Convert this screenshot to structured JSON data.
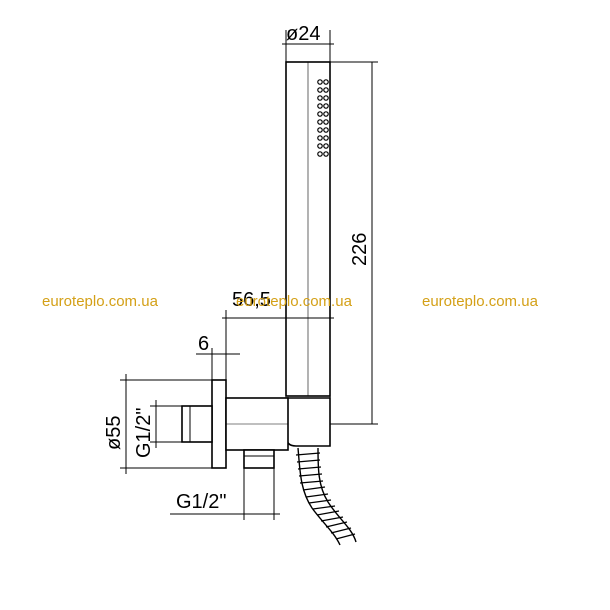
{
  "diagram": {
    "dimensions": {
      "head_diameter": "ø24",
      "handle_length": "226",
      "projection": "56,5",
      "flange_thickness": "6",
      "flange_diameter": "ø55",
      "inlet_thread": "G1/2\"",
      "outlet_thread": "G1/2\""
    },
    "watermarks": [
      "euroteplo.com.ua",
      "euroteplo.com.ua",
      "euroteplo.com.ua"
    ],
    "colors": {
      "line": "#000000",
      "watermark": "#d4a017",
      "background": "#ffffff"
    }
  }
}
